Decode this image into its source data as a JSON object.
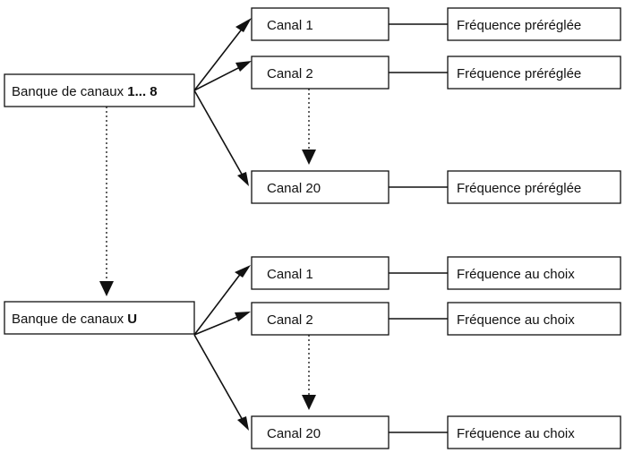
{
  "groups": {
    "preset": {
      "bank": {
        "prefix": "Banque de canaux ",
        "suffix": "1... 8"
      },
      "channels": [
        {
          "label": "Canal 1",
          "frequency": "Fréquence préréglée"
        },
        {
          "label": "Canal 2",
          "frequency": "Fréquence préréglée"
        },
        {
          "label": "Canal 20",
          "frequency": "Fréquence préréglée"
        }
      ]
    },
    "user": {
      "bank": {
        "prefix": "Banque de canaux ",
        "suffix": "U"
      },
      "channels": [
        {
          "label": "Canal 1",
          "frequency": "Fréquence au choix"
        },
        {
          "label": "Canal 2",
          "frequency": "Fréquence au choix"
        },
        {
          "label": "Canal 20",
          "frequency": "Fréquence au choix"
        }
      ]
    }
  },
  "colors": {
    "line": "#111111",
    "box_fill": "#ffffff",
    "background": "#ffffff"
  }
}
